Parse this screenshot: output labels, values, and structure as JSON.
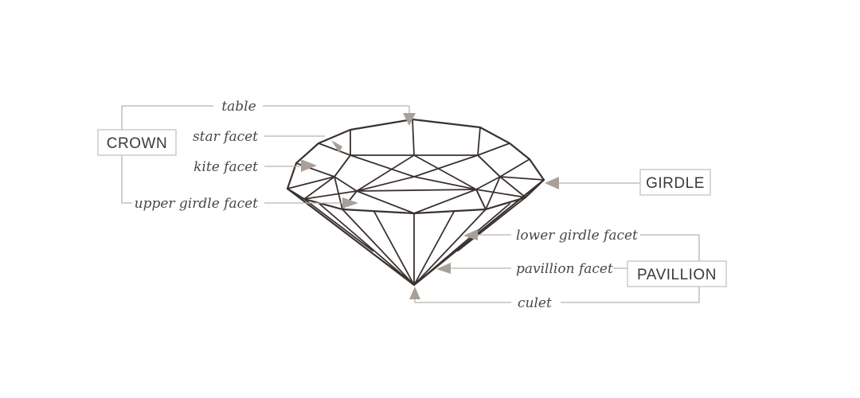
{
  "groups": {
    "crown": "CROWN",
    "girdle": "GIRDLE",
    "pavillion": "PAVILLION"
  },
  "labels": {
    "table": "table",
    "star_facet": "star facet",
    "kite_facet": "kite facet",
    "upper_girdle_facet": "upper girdle facet",
    "lower_girdle_facet": "lower girdle facet",
    "pavillion_facet": "pavillion facet",
    "culet": "culet"
  },
  "colors": {
    "outline": "#3a3230",
    "arrow": "#a8a099",
    "leader": "#b8b3ad"
  }
}
